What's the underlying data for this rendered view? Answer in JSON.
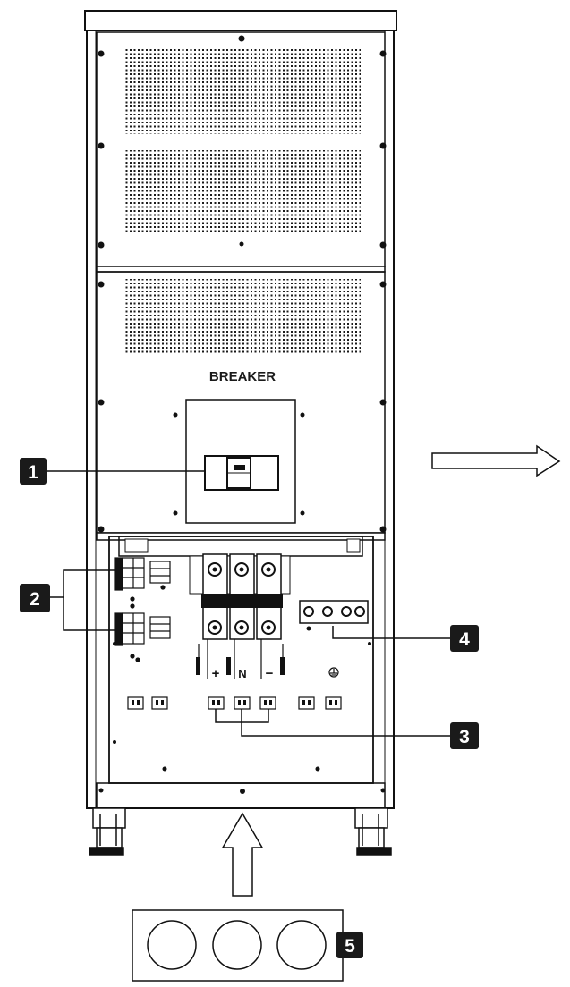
{
  "labels": {
    "breaker": "BREAKER",
    "terminal_plus": "+",
    "terminal_n": "N",
    "terminal_minus": "−",
    "callouts": [
      "1",
      "2",
      "3",
      "4",
      "5"
    ]
  },
  "colors": {
    "line": "#111111",
    "callout_bg": "#1a1a1a",
    "callout_text": "#ffffff"
  }
}
